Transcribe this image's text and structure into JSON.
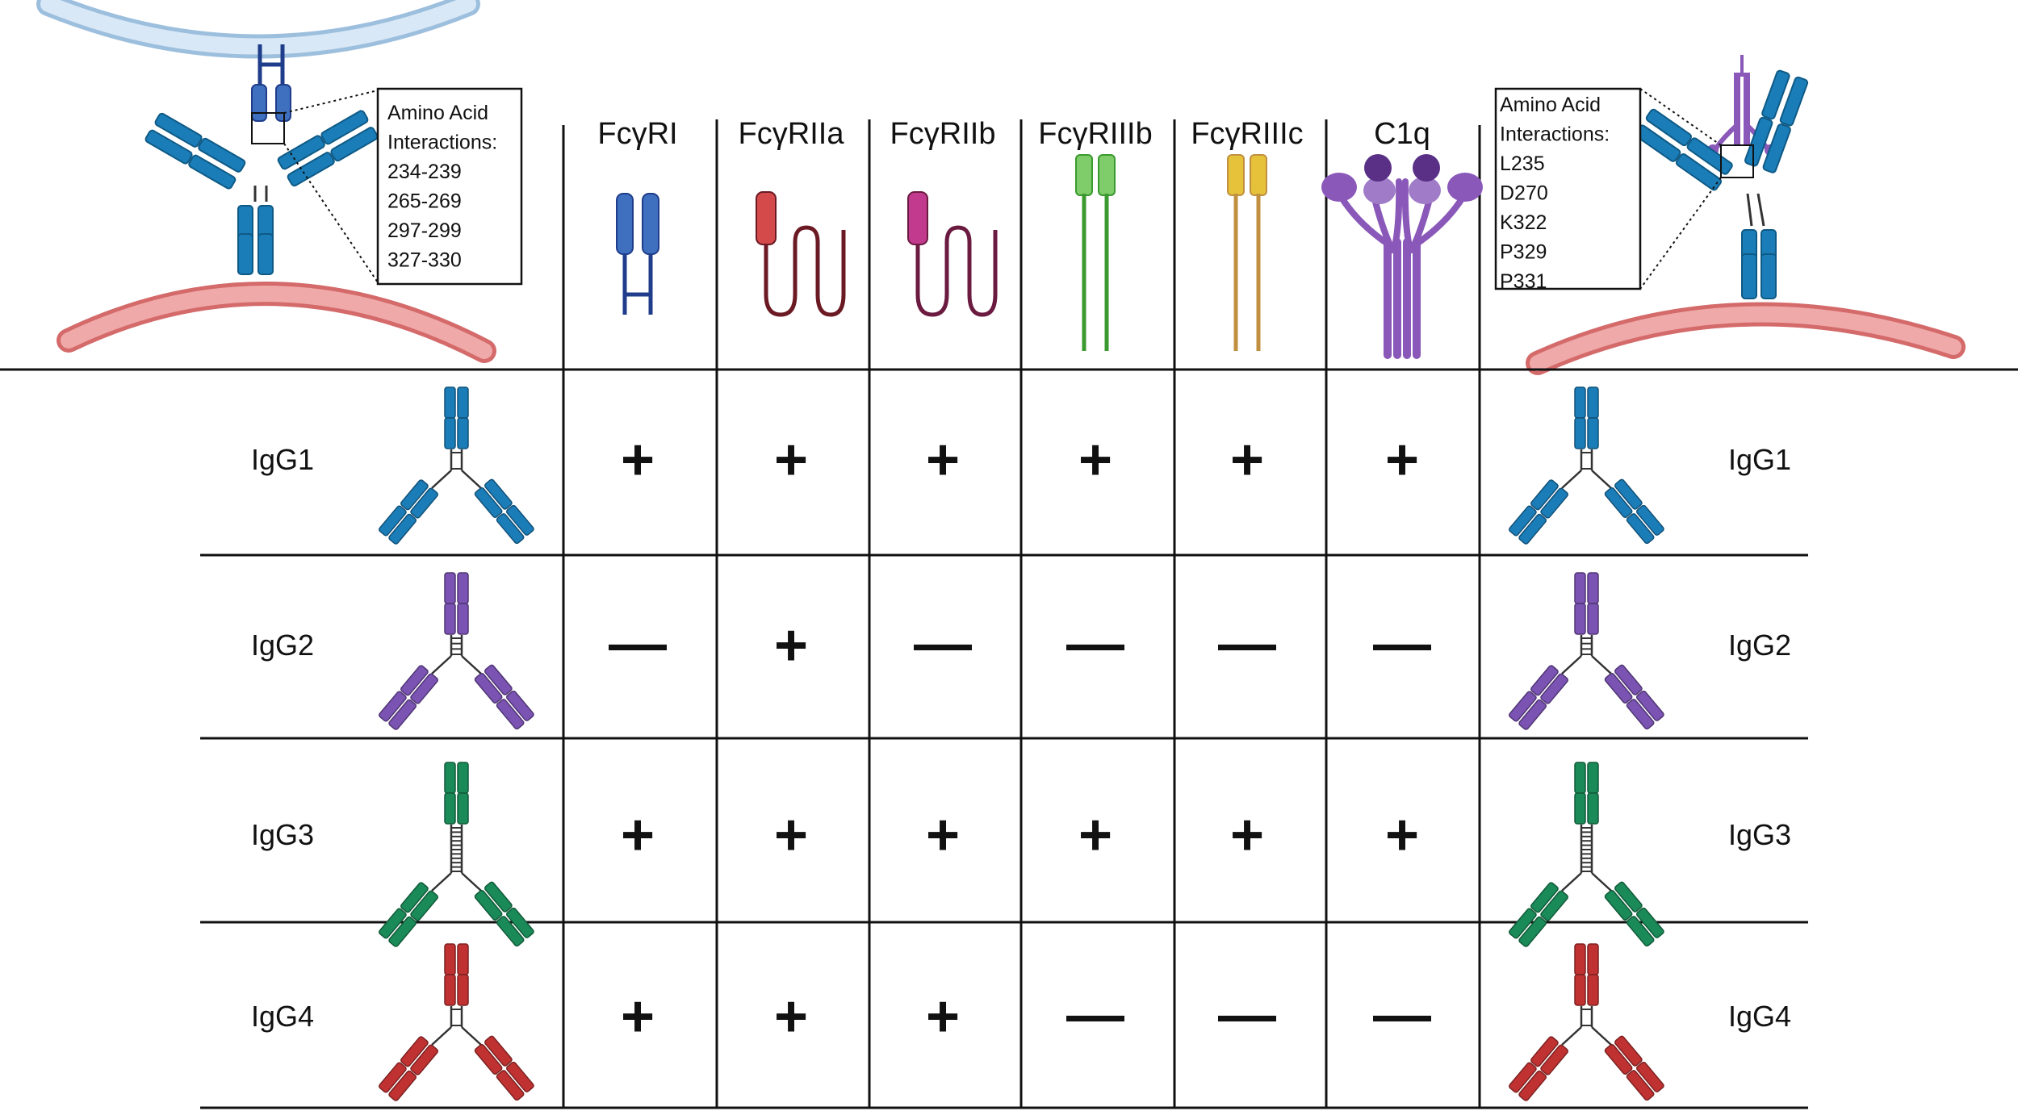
{
  "columns": [
    {
      "label": "FcγRI",
      "color": "#3f6fbf",
      "dark": "#1f3d8a"
    },
    {
      "label": "FcγRIIa",
      "color": "#d44a4a",
      "dark": "#6b1a24"
    },
    {
      "label": "FcγRIIb",
      "color": "#c23a8e",
      "dark": "#6b1a40"
    },
    {
      "label": "FcγRIIIb",
      "color": "#7fcc6a",
      "dark": "#3a9a30"
    },
    {
      "label": "FcγRIIIc",
      "color": "#e6c23a",
      "dark": "#c09040"
    },
    {
      "label": "C1q",
      "color": "#8a58b8",
      "dark": "#6a3b96"
    }
  ],
  "rows": [
    {
      "label": "IgG1",
      "color": "#1b7db8",
      "values": [
        "+",
        "+",
        "+",
        "+",
        "+",
        "+"
      ]
    },
    {
      "label": "IgG2",
      "color": "#7b53b3",
      "values": [
        "—",
        "+",
        "—",
        "—",
        "—",
        "—"
      ]
    },
    {
      "label": "IgG3",
      "color": "#1a8a58",
      "values": [
        "+",
        "+",
        "+",
        "+",
        "+",
        "+"
      ]
    },
    {
      "label": "IgG4",
      "color": "#c03232",
      "values": [
        "+",
        "+",
        "+",
        "—",
        "—",
        "—"
      ]
    }
  ],
  "left_box": {
    "lines": [
      "Amino Acid",
      "Interactions:",
      "234-239",
      "265-269",
      "297-299",
      "327-330"
    ]
  },
  "right_box": {
    "lines": [
      "Amino Acid",
      "Interactions:",
      "L235",
      "D270",
      "K322",
      "P329",
      "P331"
    ]
  },
  "colors": {
    "membrane_top": "#c6ddf0",
    "membrane_bottom": "#e58a8a",
    "grid": "#111111"
  }
}
